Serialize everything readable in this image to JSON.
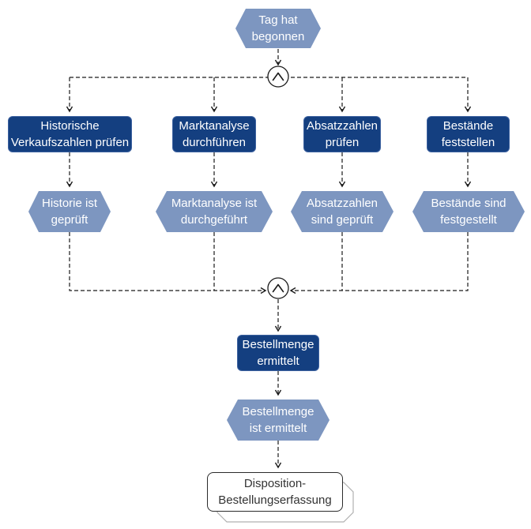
{
  "diagram_type": "EPC process chain",
  "colors": {
    "function_fill": "#143F80",
    "event_fill": "#7D96C0",
    "line": "#1a1a1a",
    "process_path_border": "#2b2b2b",
    "process_path_shadow": "#b0b0b0",
    "text_on_fill": "#ffffff",
    "text_on_white": "#333333"
  },
  "start_event": {
    "label": "Tag hat\nbegonnen"
  },
  "connectors": {
    "split": {
      "type": "AND",
      "symbol": "∧"
    },
    "join": {
      "type": "AND",
      "symbol": "∧"
    }
  },
  "functions": [
    {
      "label": "Historische\nVerkaufszahlen prüfen"
    },
    {
      "label": "Marktanalyse\ndurchführen"
    },
    {
      "label": "Absatzzahlen\nprüfen"
    },
    {
      "label": "Bestände\nfeststellen"
    },
    {
      "label": "Bestellmenge\nermittelt"
    }
  ],
  "events": [
    {
      "label": "Historie ist\ngeprüft"
    },
    {
      "label": "Marktanalyse ist\ndurchgeführt"
    },
    {
      "label": "Absatzzahlen\nsind geprüft"
    },
    {
      "label": "Bestände sind\nfestgestellt"
    },
    {
      "label": "Bestellmenge\nist ermittelt"
    }
  ],
  "process_path": {
    "label": "Disposition-\nBestellungserfassung"
  }
}
